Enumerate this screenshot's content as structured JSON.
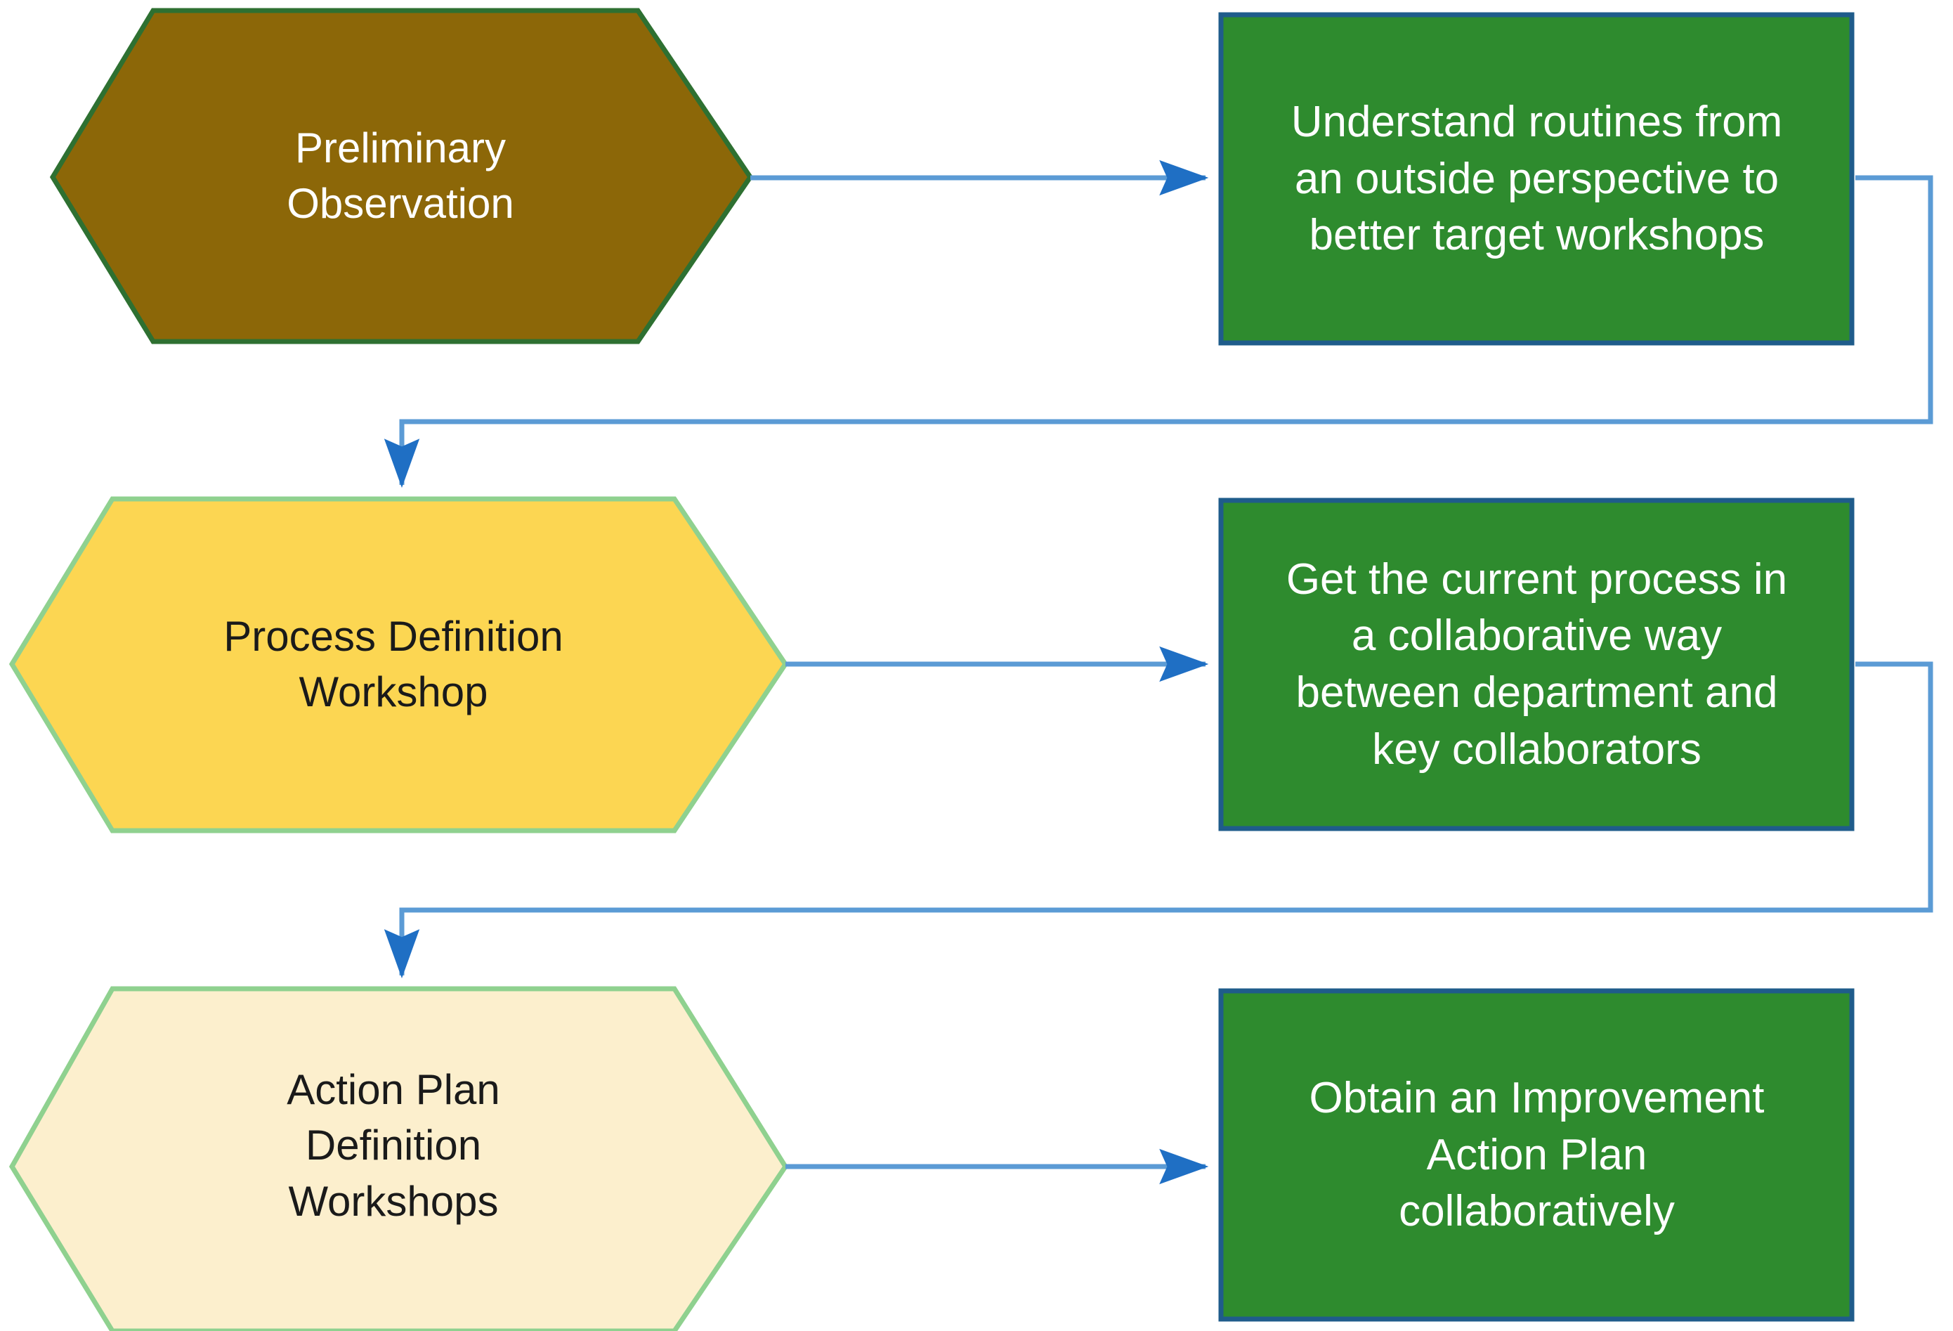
{
  "diagram": {
    "type": "flowchart",
    "title": "",
    "background_color": "#ffffff",
    "connector_color": "#5B9BD5",
    "arrow_head_color": "#1F6FC4",
    "rows": [
      {
        "id": "row-1",
        "step": {
          "name": "preliminary-observation",
          "shape": "hexagon",
          "label": "Preliminary\nObservation",
          "fill_color": "#8C6708",
          "border_color": "#2E7031",
          "text_color": "#FFFFFF"
        },
        "outcome": {
          "name": "understand-routines",
          "shape": "rectangle",
          "label": "Understand routines from\nan outside perspective to\nbetter target workshops",
          "fill_color": "#2E8B2E",
          "border_color": "#1F5C8B",
          "text_color": "#FFFFFF"
        }
      },
      {
        "id": "row-2",
        "step": {
          "name": "process-definition-workshop",
          "shape": "hexagon",
          "label": "Process Definition\nWorkshop",
          "fill_color": "#FCD652",
          "border_color": "#8FD18F",
          "text_color": "#1A1A1A"
        },
        "outcome": {
          "name": "get-current-process",
          "shape": "rectangle",
          "label": "Get the current process in\na collaborative way\nbetween department and\nkey collaborators",
          "fill_color": "#2E8B2E",
          "border_color": "#1F5C8B",
          "text_color": "#FFFFFF"
        }
      },
      {
        "id": "row-3",
        "step": {
          "name": "action-plan-definition-workshops",
          "shape": "hexagon",
          "label": "Action Plan\nDefinition\nWorkshops",
          "fill_color": "#FCEFCD",
          "border_color": "#8FD18F",
          "text_color": "#1A1A1A"
        },
        "outcome": {
          "name": "obtain-improvement-action-plan",
          "shape": "rectangle",
          "label": "Obtain an Improvement\nAction Plan\ncollaboratively",
          "fill_color": "#2E8B2E",
          "border_color": "#1F5C8B",
          "text_color": "#FFFFFF"
        }
      }
    ],
    "connectors": [
      {
        "name": "connector-step1-to-outcome1",
        "from": "preliminary-observation",
        "to": "understand-routines",
        "style": "straight-arrow-right"
      },
      {
        "name": "connector-outcome1-to-step2",
        "from": "understand-routines",
        "to": "process-definition-workshop",
        "style": "elbow-arrow-down"
      },
      {
        "name": "connector-step2-to-outcome2",
        "from": "process-definition-workshop",
        "to": "get-current-process",
        "style": "straight-arrow-right"
      },
      {
        "name": "connector-outcome2-to-step3",
        "from": "get-current-process",
        "to": "action-plan-definition-workshops",
        "style": "elbow-arrow-down"
      },
      {
        "name": "connector-step3-to-outcome3",
        "from": "action-plan-definition-workshops",
        "to": "obtain-improvement-action-plan",
        "style": "straight-arrow-right"
      }
    ]
  }
}
